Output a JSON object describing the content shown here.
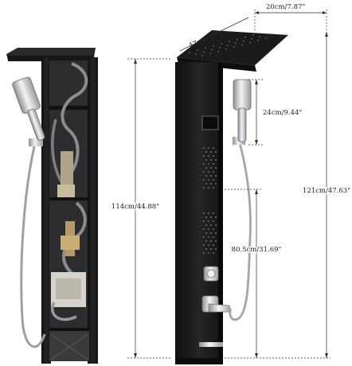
{
  "dimensions": {
    "width_top": "20cm/7.87\"",
    "depth_top": "47cm/18.5\"",
    "handshower_drop": "24cm/9.44\"",
    "inner_height": "114cm/44.88\"",
    "valve_height": "80.5cm/31.69\"",
    "total_height": "121cm/47.63\""
  },
  "colors": {
    "panel": "#1b1b1b",
    "chrome": "#d9dadd",
    "hose": "#8d8d90",
    "pipe": "#b2a48c",
    "dim_line": "#333333"
  }
}
